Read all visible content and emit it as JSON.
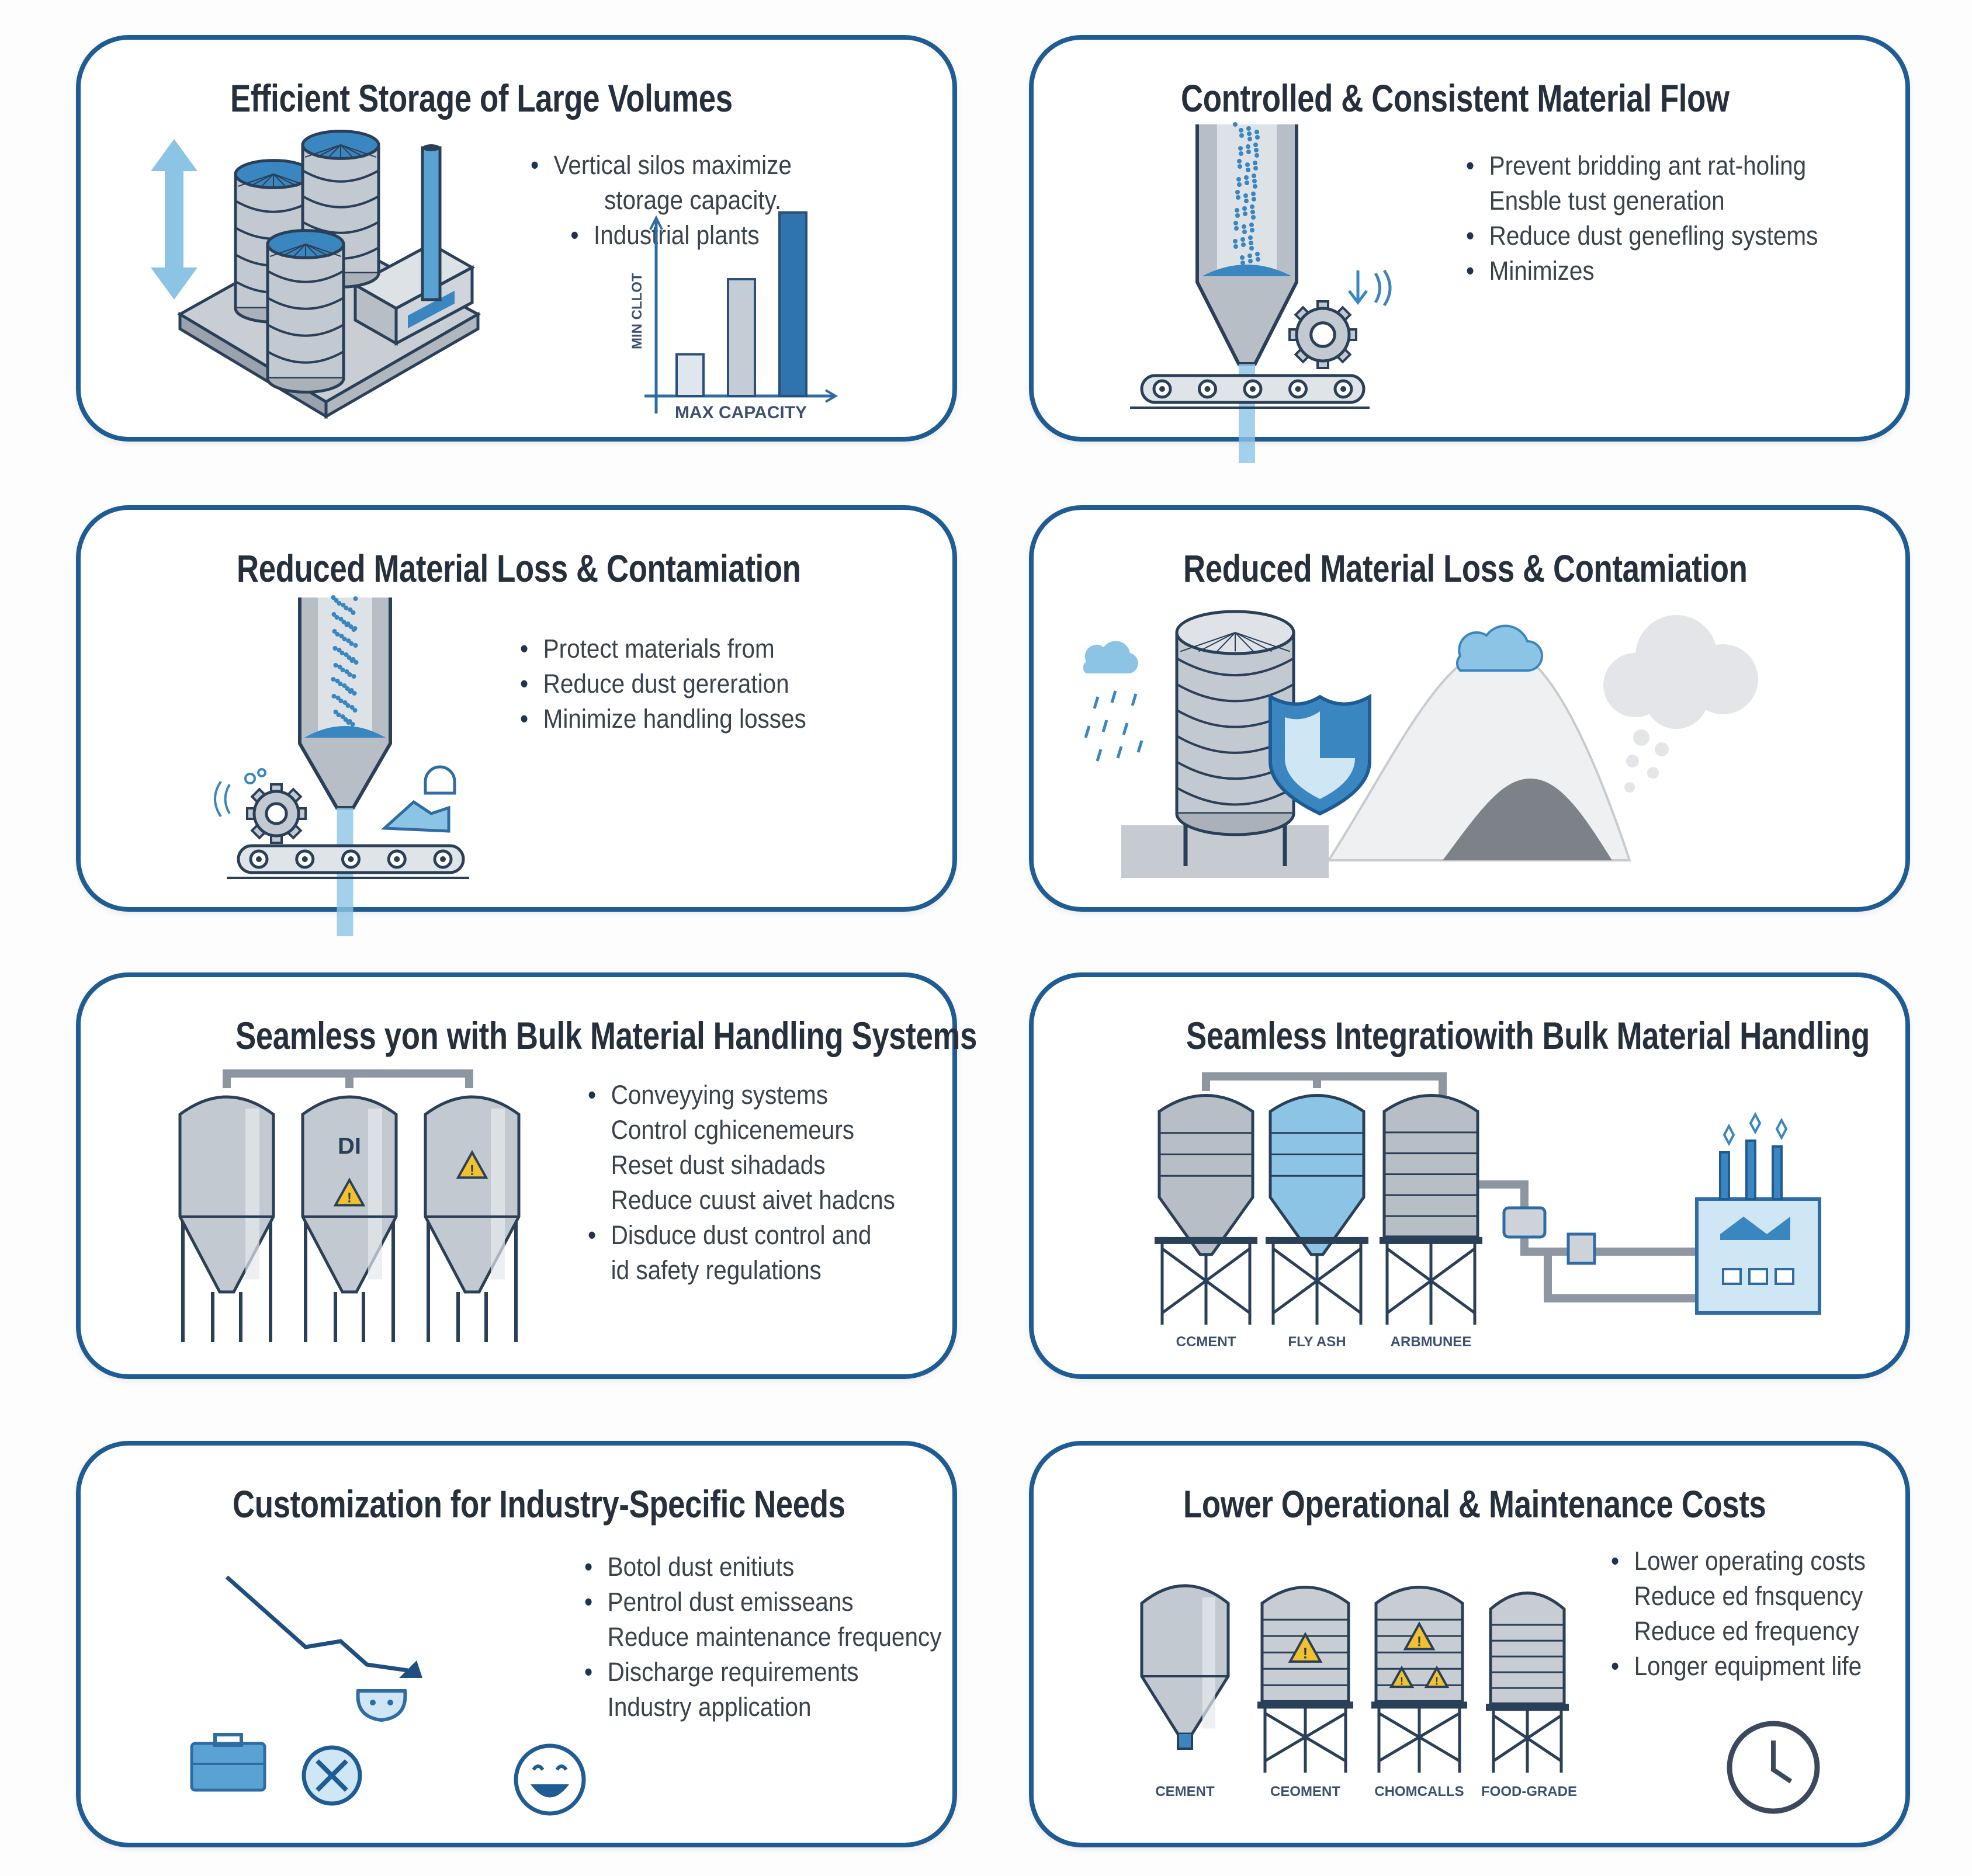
{
  "colors": {
    "border": "#1f5c94",
    "accent_blue": "#3a86c0",
    "light_blue": "#8cc4e6",
    "steel": "#b8bec6",
    "text": "#2d3540"
  },
  "cards": [
    {
      "title": "Efficient Storage of Large Volumes",
      "bullets": [
        {
          "text": "Vertical silos maximize",
          "bullet": true
        },
        {
          "text": "storage capacity.",
          "bullet": false
        },
        {
          "text": "Industrial plants",
          "bullet": true
        }
      ],
      "icons": [
        "silo-cluster-icon",
        "double-arrow-icon",
        "factory-icon",
        "chimney-icon"
      ],
      "chart_data": {
        "type": "bar",
        "categories": [
          "",
          "",
          ""
        ],
        "values": [
          1,
          2.8,
          4.4
        ],
        "xlabel": "MAX CAPACITY",
        "ylabel": "MIN CLLOT",
        "bar_colors": [
          "#dfe6ee",
          "#c4cdd6",
          "#2f74ad"
        ],
        "grid": false
      }
    },
    {
      "title": "Controlled & Consistent Material Flow",
      "bullets": [
        {
          "text": "Prevent bridding ant rat-holing",
          "bullet": true
        },
        {
          "text": "Ensble tust generation",
          "bullet": false
        },
        {
          "text": "Reduce dust genefling systems",
          "bullet": true
        },
        {
          "text": "Minimizes",
          "bullet": true
        }
      ],
      "icons": [
        "hopper-icon",
        "gear-icon",
        "conveyor-icon",
        "vibration-icon"
      ]
    },
    {
      "title": "Reduced Material Loss & Contamiation",
      "bullets": [
        {
          "text": "Protect materials from",
          "bullet": true
        },
        {
          "text": "Reduce dust gereration",
          "bullet": true
        },
        {
          "text": "Minimize handling losses",
          "bullet": true
        }
      ],
      "icons": [
        "hopper-icon",
        "gear-icon",
        "conveyor-icon",
        "truck-icon"
      ]
    },
    {
      "title": "Reduced Material Loss & Contamiation",
      "bullets": [],
      "icons": [
        "silo-icon",
        "shield-icon",
        "cloud-icon",
        "rain-icon",
        "material-pile-icon",
        "dust-cloud-icon"
      ]
    },
    {
      "title": "Seamless yon with Bulk Material Handling Systems",
      "bullets": [
        {
          "text": "Conveyying systems",
          "bullet": true
        },
        {
          "text": "Control cghicenemeurs",
          "bullet": false
        },
        {
          "text": "Reset dust sihadads",
          "bullet": false
        },
        {
          "text": "Reduce cuust aivet hadcns",
          "bullet": false
        },
        {
          "text": "Disduce dust control and",
          "bullet": true
        },
        {
          "text": "id safety regulations",
          "bullet": false
        }
      ],
      "icons": [
        "silo-icon",
        "warning-icon",
        "pipe-icon"
      ]
    },
    {
      "title": "Seamless Integratiowith Bulk Material Handling",
      "bullets": [],
      "silo_labels": [
        "CCMENT",
        "FLY ASH",
        "ARBMUNEE"
      ],
      "icons": [
        "silo-icon",
        "pipe-icon",
        "pump-icon",
        "factory-icon"
      ]
    },
    {
      "title": "Customization for Industry-Specific Needs",
      "bullets": [
        {
          "text": "Botol dust enitiuts",
          "bullet": true
        },
        {
          "text": "Pentrol dust emisseans",
          "bullet": true
        },
        {
          "text": "Reduce maintenance frequency",
          "bullet": false
        },
        {
          "text": "Discharge requirements",
          "bullet": true
        },
        {
          "text": "Industry application",
          "bullet": false
        }
      ],
      "icons": [
        "trend-down-icon",
        "piggy-bank-icon",
        "briefcase-icon",
        "cancel-circle-icon",
        "smiley-icon"
      ]
    },
    {
      "title": "Lower Operational & Maintenance Costs",
      "bullets": [
        {
          "text": "Lower operating costs",
          "bullet": true
        },
        {
          "text": "Reduce ed fnsquency",
          "bullet": false
        },
        {
          "text": "Reduce ed frequency",
          "bullet": false
        },
        {
          "text": "Longer equipment life",
          "bullet": true
        }
      ],
      "silo_labels": [
        "CEMENT",
        "CEOMENT",
        "CHOMCALLS",
        "FOOD-GRADE"
      ],
      "icons": [
        "silo-icon",
        "warning-icon",
        "clock-icon"
      ]
    }
  ]
}
